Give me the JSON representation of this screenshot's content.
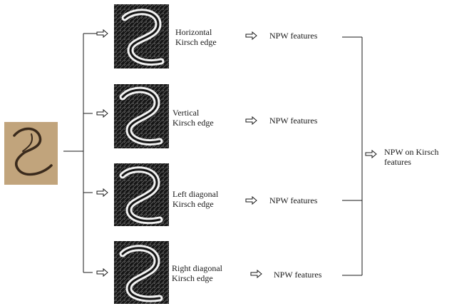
{
  "input_label": "",
  "branches": [
    {
      "edge_line1": "Horizontal",
      "edge_line2": "Kirsch edge",
      "feature_label": "NPW features"
    },
    {
      "edge_line1": "Vertical",
      "edge_line2": "Kirsch edge",
      "feature_label": "NPW features"
    },
    {
      "edge_line1": "Left diagonal",
      "edge_line2": "Kirsch edge",
      "feature_label": "NPW features"
    },
    {
      "edge_line1": "Right diagonal",
      "edge_line2": "Kirsch edge",
      "feature_label": "NPW features"
    }
  ],
  "final_line1": "NPW on Kirsch",
  "final_line2": "features",
  "colors": {
    "line": "#1a1a1a",
    "input_bg": "#b89a72",
    "stroke_ink": "#3a2a1c",
    "edge_bg": "#111111",
    "edge_fg": "#f2f2f2"
  }
}
